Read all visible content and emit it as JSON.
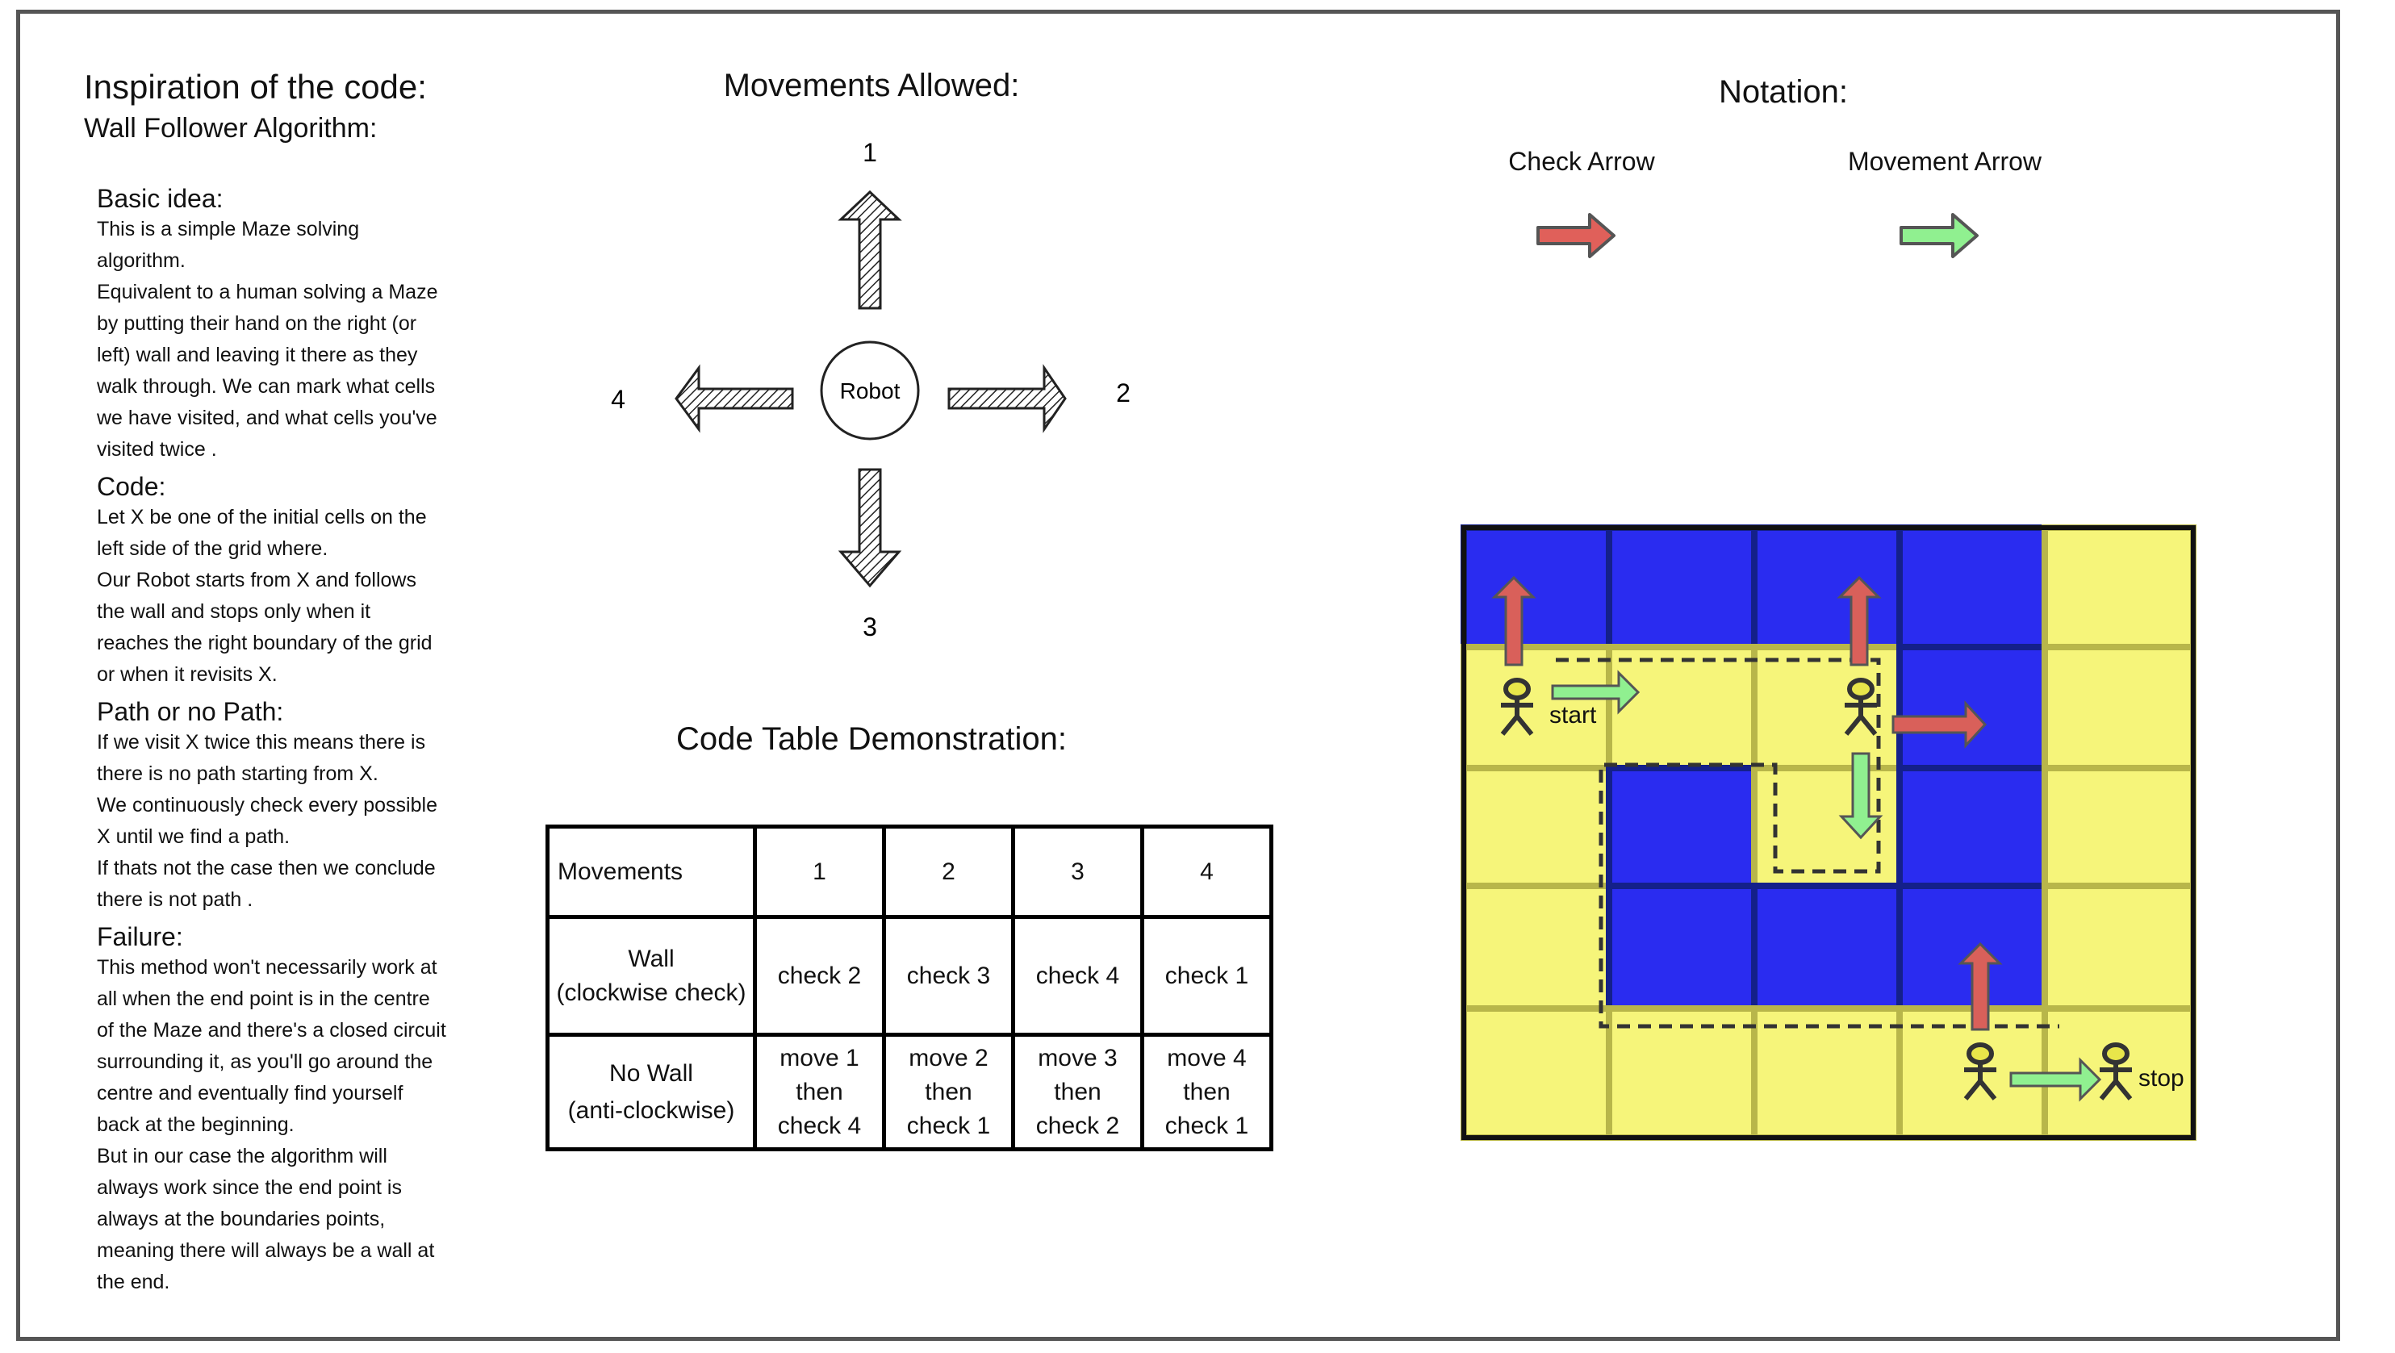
{
  "left": {
    "title": "Inspiration of the code:",
    "subtitle": "Wall Follower Algorithm:",
    "sections": [
      {
        "heading": "Basic idea:",
        "lines": [
          "This is a simple Maze solving",
          "algorithm.",
          "Equivalent to a human solving a Maze",
          "by putting their hand on the right (or",
          "left) wall and leaving it there as they",
          "walk through. We can mark what cells",
          "we have visited, and what cells you've",
          "visited twice ."
        ]
      },
      {
        "heading": "Code:",
        "lines": [
          "Let X be one of the initial cells on the",
          "left side of the grid where.",
          "Our Robot starts from X and follows",
          "the wall and stops only when it",
          "reaches the right boundary of the grid",
          "or when it revisits X."
        ]
      },
      {
        "heading": "Path or no Path:",
        "lines": [
          "If we visit X twice this means there is",
          "there is no path starting from X.",
          "We continuously check every possible",
          "X until we find a path.",
          "If thats not the case then we conclude",
          "there is not path ."
        ]
      },
      {
        "heading": "Failure:",
        "lines": [
          "This method won't necessarily work at",
          "all when the end point is in the centre",
          "of the Maze and there's a closed circuit",
          "surrounding it, as you'll go around the",
          "centre and eventually find yourself",
          "back at the beginning.",
          "But in our case the algorithm will",
          "always work since the end point is",
          "always at the boundaries points,",
          "meaning there will always be a wall at",
          "the end."
        ]
      }
    ]
  },
  "movements": {
    "title": "Movements Allowed:",
    "robot_label": "Robot",
    "n1": "1",
    "n2": "2",
    "n3": "3",
    "n4": "4"
  },
  "table": {
    "title": "Code Table Demonstration:",
    "header": [
      "Movements",
      "1",
      "2",
      "3",
      "4"
    ],
    "wall_label": [
      "Wall",
      "(clockwise check)"
    ],
    "wall_cells": [
      "check 2",
      "check 3",
      "check 4",
      "check 1"
    ],
    "nowall_label": [
      "No Wall",
      "(anti-clockwise)"
    ],
    "nowall_cells": [
      [
        "move 1",
        "then",
        "check 4"
      ],
      [
        "move 2",
        "then",
        "check 1"
      ],
      [
        "move 3",
        "then",
        "check 2"
      ],
      [
        "move 4",
        "then",
        "check 1"
      ]
    ]
  },
  "notation": {
    "title": "Notation:",
    "check_label": "Check Arrow",
    "move_label": "Movement Arrow",
    "check_color": "#e0605a",
    "move_color": "#90f090"
  },
  "maze": {
    "start_label": "start",
    "stop_label": "stop",
    "blue": "#2a2cf0",
    "yellow": "#f6f57a",
    "grid": [
      [
        "B",
        "B",
        "B",
        "B",
        "Y"
      ],
      [
        "Y",
        "Y",
        "Y",
        "B",
        "Y"
      ],
      [
        "Y",
        "B",
        "Y",
        "B",
        "Y"
      ],
      [
        "Y",
        "B",
        "B",
        "B",
        "Y"
      ],
      [
        "Y",
        "Y",
        "Y",
        "Y",
        "Y"
      ]
    ]
  }
}
